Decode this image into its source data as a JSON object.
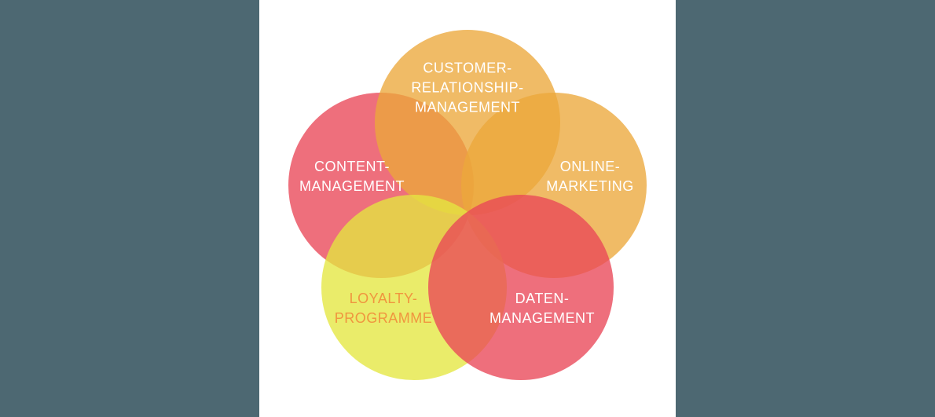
{
  "background": {
    "outer_color": "#4D6872",
    "panel_color": "#FFFFFF"
  },
  "diagram": {
    "type": "venn-flower",
    "circle_count": 5,
    "circles": [
      {
        "name": "customer-relationship-management",
        "position": "top",
        "lines": [
          "CUSTOMER-",
          "RELATIONSHIP-",
          "MANAGEMENT"
        ],
        "fill_base": "#ECA83B",
        "fill_rgba": "rgba(236,168,59,0.78)",
        "text_color": "#FFFFFF"
      },
      {
        "name": "content-management",
        "position": "left",
        "lines": [
          "CONTENT-",
          "MANAGEMENT"
        ],
        "fill_base": "#E94657",
        "fill_rgba": "rgba(233,70,87,0.78)",
        "text_color": "#FFFFFF"
      },
      {
        "name": "online-marketing",
        "position": "right",
        "lines": [
          "ONLINE-",
          "MARKETING"
        ],
        "fill_base": "#ECA83B",
        "fill_rgba": "rgba(236,168,59,0.78)",
        "text_color": "#FFFFFF"
      },
      {
        "name": "loyalty-programme",
        "position": "bottom-left",
        "lines": [
          "LOYALTY-",
          "PROGRAMME"
        ],
        "fill_base": "#E4E740",
        "fill_rgba": "rgba(228,231,64,0.78)",
        "text_color": "#F0953F"
      },
      {
        "name": "daten-management",
        "position": "bottom-right",
        "lines": [
          "DATEN-",
          "MANAGEMENT"
        ],
        "fill_base": "#E94657",
        "fill_rgba": "rgba(233,70,87,0.78)",
        "text_color": "#FFFFFF"
      }
    ]
  }
}
